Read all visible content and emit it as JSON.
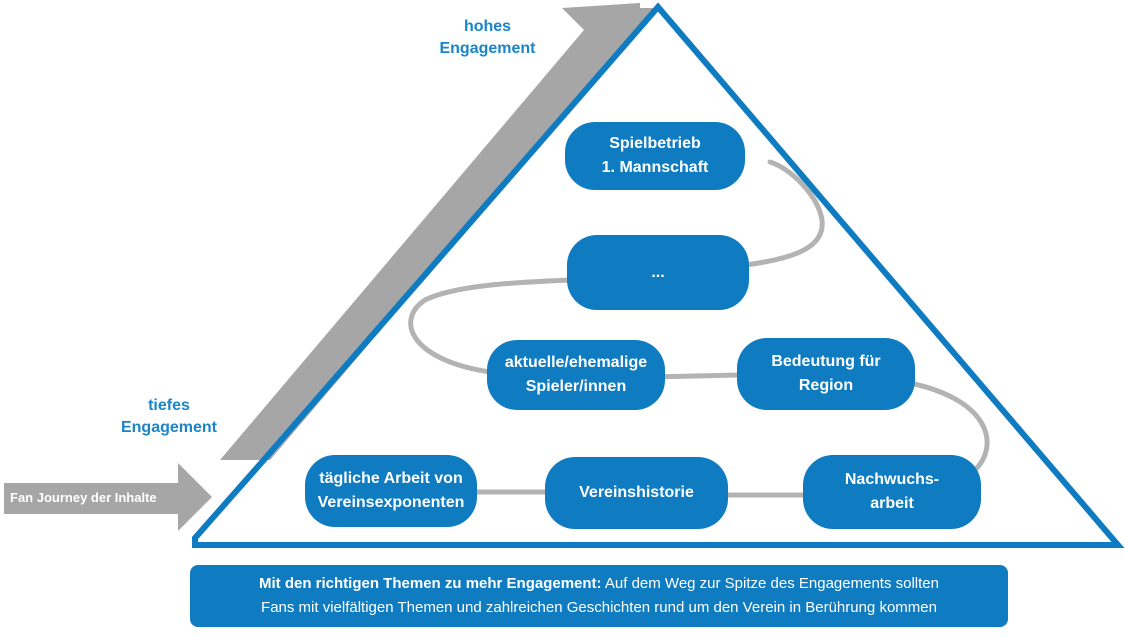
{
  "labels": {
    "high": [
      "hohes",
      "Engagement"
    ],
    "low": [
      "tiefes",
      "Engagement"
    ],
    "journey": "Fan Journey der Inhalte"
  },
  "nodes": [
    {
      "lines": [
        "Spielbetrieb",
        "1. Mannschaft"
      ]
    },
    {
      "lines": [
        "..."
      ]
    },
    {
      "lines": [
        "aktuelle/ehemalige",
        "Spieler/innen"
      ]
    },
    {
      "lines": [
        "Bedeutung für",
        "Region"
      ]
    },
    {
      "lines": [
        "tägliche Arbeit von",
        "Vereinsexponenten"
      ]
    },
    {
      "lines": [
        "Vereinshistorie"
      ]
    },
    {
      "lines": [
        "Nachwuchs-",
        "arbeit"
      ]
    }
  ],
  "summary": {
    "bold": "Mit den richtigen Themen zu mehr Engagement:",
    "rest1": " Auf dem Weg zur Spitze des Engagements sollten",
    "line2": "Fans mit vielfältigen Themen und zahlreichen Geschichten rund um den Verein in Berührung kommen"
  },
  "colors": {
    "blue": "#0f7cc2",
    "label_blue": "#1a85c7",
    "gray_arrow": "#a6a6a6",
    "path_gray": "#b3b3b3"
  }
}
